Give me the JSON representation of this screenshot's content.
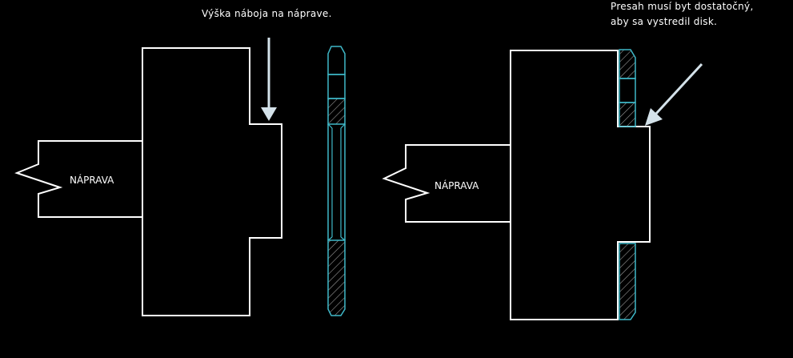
{
  "colors": {
    "background": "#000000",
    "outline": "#ffffff",
    "disc": "#3fb8c8",
    "hatch": "#9a9a9a",
    "arrow": "#d4e2ea"
  },
  "left_view": {
    "axle_label": "NÁPRAVA",
    "note": "Výška náboja na náprave."
  },
  "right_view": {
    "axle_label": "NÁPRAVA",
    "note_line1": "Presah musí byt dostatočný,",
    "note_line2": "aby sa vystredil disk."
  }
}
